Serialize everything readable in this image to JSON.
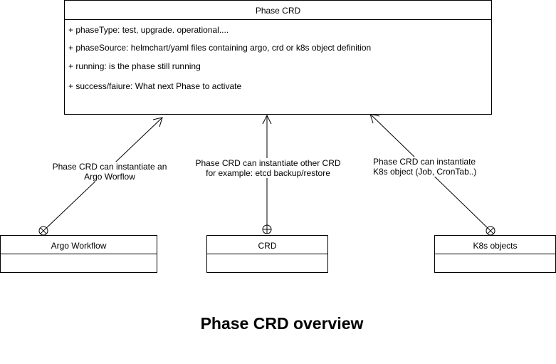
{
  "main_class": {
    "title": "Phase CRD",
    "attributes": [
      "+ phaseType: test, upgrade. operational....",
      "+ phaseSource: helmchart/yaml files containing argo, crd or k8s object definition",
      "+ running: is the phase still running",
      "+ success/faiure: What next Phase to activate"
    ]
  },
  "related_classes": [
    {
      "title": "Argo Workflow"
    },
    {
      "title": "CRD"
    },
    {
      "title": "K8s objects"
    }
  ],
  "edges": [
    {
      "label_lines": [
        "Phase CRD can instantiate an",
        "Argo Worflow"
      ],
      "source_symbol": "circle-cross"
    },
    {
      "label_lines": [
        "Phase CRD can instantiate other CRD",
        "for example: etcd backup/restore"
      ],
      "source_symbol": "circle-plus"
    },
    {
      "label_lines": [
        "Phase CRD can instantiate",
        "K8s object (Job, CronTab..)"
      ],
      "source_symbol": "circle-cross"
    }
  ],
  "caption": "Phase CRD overview"
}
